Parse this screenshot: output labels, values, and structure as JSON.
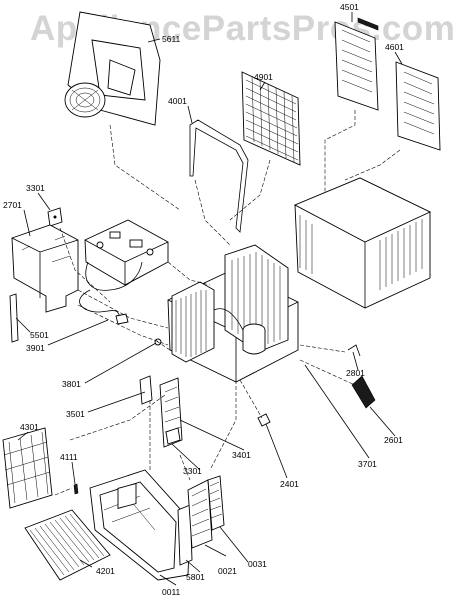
{
  "watermark": "AppliancePartsPros.com",
  "callouts": [
    {
      "id": "c5611",
      "label": "5611"
    },
    {
      "id": "c4501",
      "label": "4501"
    },
    {
      "id": "c4601",
      "label": "4601"
    },
    {
      "id": "c4901",
      "label": "4901"
    },
    {
      "id": "c4001",
      "label": "4001"
    },
    {
      "id": "c3301a",
      "label": "3301"
    },
    {
      "id": "c2701",
      "label": "2701"
    },
    {
      "id": "c5501",
      "label": "5501"
    },
    {
      "id": "c3901",
      "label": "3901"
    },
    {
      "id": "c3801",
      "label": "3801"
    },
    {
      "id": "c3501",
      "label": "3501"
    },
    {
      "id": "c2801",
      "label": "2801"
    },
    {
      "id": "c2601",
      "label": "2601"
    },
    {
      "id": "c3701",
      "label": "3701"
    },
    {
      "id": "c2401",
      "label": "2401"
    },
    {
      "id": "c3401",
      "label": "3401"
    },
    {
      "id": "c3301b",
      "label": "3301"
    },
    {
      "id": "c4301",
      "label": "4301"
    },
    {
      "id": "c4111",
      "label": "4111"
    },
    {
      "id": "c4201",
      "label": "4201"
    },
    {
      "id": "c0011",
      "label": "0011"
    },
    {
      "id": "c5801",
      "label": "5801"
    },
    {
      "id": "c0021",
      "label": "0021"
    },
    {
      "id": "c0031",
      "label": "0031"
    }
  ]
}
